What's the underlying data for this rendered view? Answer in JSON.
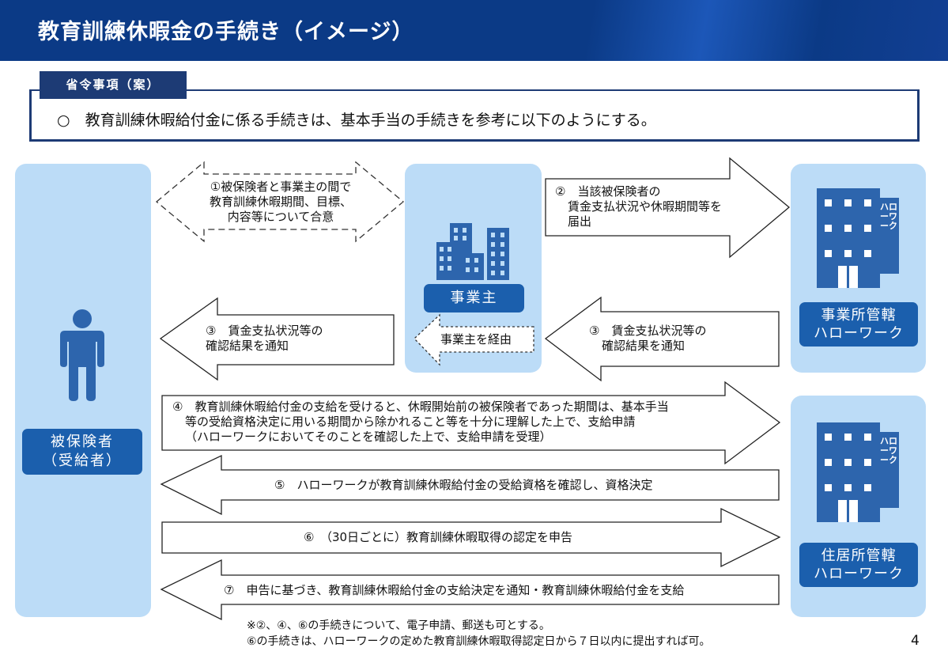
{
  "header": {
    "title": "教育訓練休暇金の手続き（イメージ）"
  },
  "ordinance": {
    "label": "省令事項（案）",
    "text": "○　教育訓練休暇給付金に係る手続きは、基本手当の手続きを参考に以下のようにする。"
  },
  "actors": {
    "insured_line1": "被保険者",
    "insured_line2": "（受給者）",
    "employer": "事業主",
    "hw_employer_line1": "事業所管轄",
    "hw_employer_line2": "ハローワーク",
    "hw_residence_line1": "住居所管轄",
    "hw_residence_line2": "ハローワーク",
    "building_sign": "ハローワーク"
  },
  "steps": {
    "s1_line1": "①被保険者と事業主の間で",
    "s1_line2": "教育訓練休暇期間、目標、",
    "s1_line3": "内容等について合意",
    "s2_line1": "②　当該被保険者の",
    "s2_line2": "賃金支払状況や休暇期間等を",
    "s2_line3": "届出",
    "s3_right_line1": "③　賃金支払状況等の",
    "s3_right_line2": "確認結果を通知",
    "s3_left_line1": "③　賃金支払状況等の",
    "s3_left_line2": "確認結果を通知",
    "via_employer": "事業主を経由",
    "s4_line1": "④　教育訓練休暇給付金の支給を受けると、休暇開始前の被保険者であった期間は、基本手当",
    "s4_line2": "等の受給資格決定に用いる期間から除かれること等を十分に理解した上で、支給申請",
    "s4_line3": "（ハローワークにおいてそのことを確認した上で、支給申請を受理）",
    "s5": "⑤　ハローワークが教育訓練休暇給付金の受給資格を確認し、資格決定",
    "s6": "⑥　（30日ごとに）教育訓練休暇取得の認定を申告",
    "s7": "⑦　申告に基づき、教育訓練休暇給付金の支給決定を通知・教育訓練休暇給付金を支給"
  },
  "notes": {
    "line1": "※②、④、⑥の手続きについて、電子申請、郵送も可とする。",
    "line2": "⑥の手続きは、ハローワークの定めた教育訓練休暇取得認定日から７日以内に提出すれば可。"
  },
  "page_number": "4",
  "colors": {
    "header": "#0b3a86",
    "badge": "#1b5fad",
    "panel": "#bcdcf7",
    "label": "#1d3b75"
  }
}
